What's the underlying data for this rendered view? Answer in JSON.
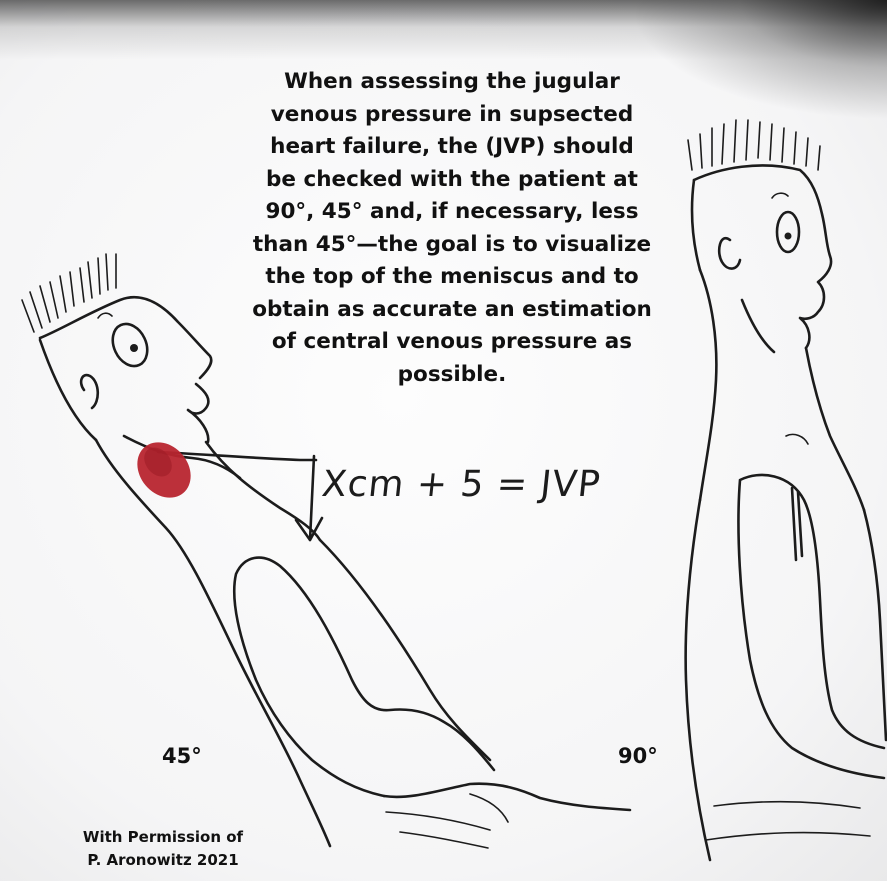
{
  "caption": "When assessing the  jugular venous pressure in supsected heart failure, the (JVP) should be checked with the patient at 90°, 45° and, if necessary, less than 45°—the goal is to visualize the top of the meniscus and to obtain as accurate an estimation of central venous pressure as possible.",
  "figures": {
    "left_label": "45°",
    "right_label": "90°"
  },
  "formula": "Xcm + 5 = JVP",
  "credit": {
    "line1": "With Permission of",
    "line2": "P. Aronowitz 2021"
  },
  "colors": {
    "ink": "#1c1c1c",
    "jvp_mark": "#b8252f",
    "paper": "#f5f5f6"
  }
}
